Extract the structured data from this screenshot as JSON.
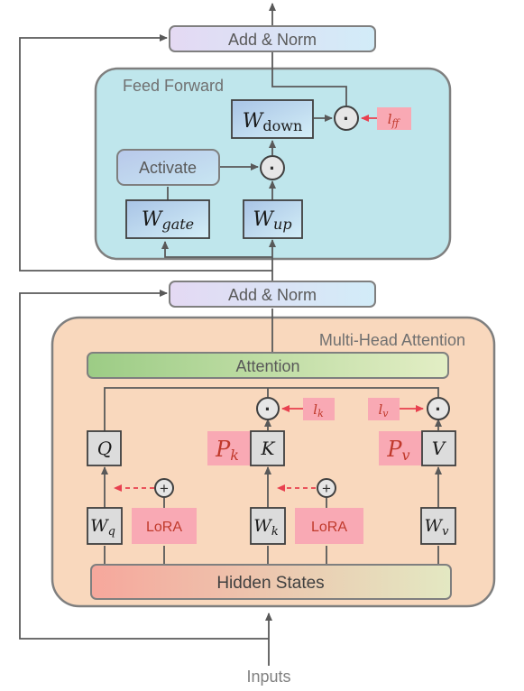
{
  "colors": {
    "line": "#595959",
    "red_line": "#e8404f",
    "ff_block": "#bfe6ec",
    "attn_block": "#f9d8bd",
    "pink": "#f9a9b4",
    "pink_text": "#c0392b",
    "gray_box": "#dcdcdc",
    "norm_left": "#e4d9f3",
    "norm_right": "#d2ecf8",
    "attention_left": "#9ccc85",
    "attention_right": "#e3eec5",
    "hidden_left": "#f6a79c",
    "hidden_right": "#e3e8c2",
    "caption": "#808080"
  },
  "labels": {
    "add_norm_top": "Add & Norm",
    "add_norm_bottom": "Add & Norm",
    "feed_forward": "Feed Forward",
    "activate": "Activate",
    "w_down": {
      "base": "W",
      "sub": "down"
    },
    "w_gate": {
      "base": "W",
      "sub": "gate"
    },
    "w_up": {
      "base": "W",
      "sub": "up"
    },
    "l_ff": {
      "base": "l",
      "sub": "ff"
    },
    "multi_head_attention": "Multi-Head Attention",
    "attention": "Attention",
    "l_k": {
      "base": "l",
      "sub": "k"
    },
    "l_v": {
      "base": "l",
      "sub": "v"
    },
    "q": "Q",
    "k": "K",
    "v": "V",
    "p_k": {
      "base": "P",
      "sub": "k"
    },
    "p_v": {
      "base": "P",
      "sub": "v"
    },
    "w_q": {
      "base": "W",
      "sub": "q"
    },
    "w_k": {
      "base": "W",
      "sub": "k"
    },
    "w_v": {
      "base": "W",
      "sub": "v"
    },
    "lora_1": "LoRA",
    "lora_2": "LoRA",
    "hidden_states": "Hidden States",
    "inputs": "Inputs"
  },
  "symbols": {
    "mult": "·",
    "plus": "+"
  }
}
